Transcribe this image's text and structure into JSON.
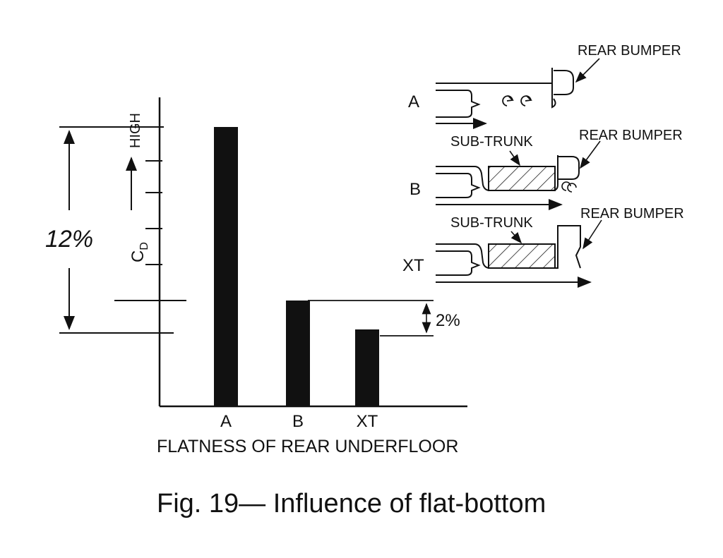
{
  "chart_data": {
    "type": "bar",
    "categories": [
      "A",
      "B",
      "XT"
    ],
    "values": [
      100,
      88,
      86
    ],
    "ylim": [
      80,
      102
    ],
    "xlabel": "FLATNESS OF REAR UNDERFLOOR",
    "ylabel_symbol": "CD",
    "ylabel_direction": "HIGH",
    "annotations": {
      "total_difference": "12%",
      "b_to_xt_difference": "2%"
    },
    "grid": false,
    "bar_color": "#111111"
  },
  "diagram": {
    "configs": [
      {
        "label": "A",
        "bumper_label": "REAR BUMPER"
      },
      {
        "label": "B",
        "subtrunk_label": "SUB-TRUNK",
        "bumper_label": "REAR BUMPER"
      },
      {
        "label": "XT",
        "subtrunk_label": "SUB-TRUNK",
        "bumper_label": "REAR BUMPER"
      }
    ]
  },
  "caption": "Fig. 19— Influence of flat-bottom"
}
